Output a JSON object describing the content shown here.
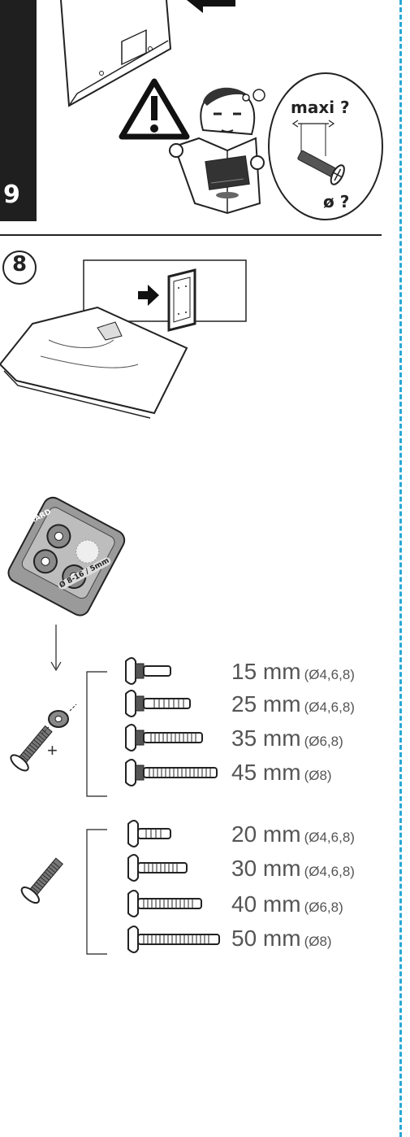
{
  "page": {
    "number": "9",
    "step": "8",
    "bubble_top": "maxi ?",
    "bubble_bottom": "ø ?",
    "washer_pack_brand": "ERARD",
    "washer_pack_size": "Ø 8-16 / 5mm",
    "plus_sign": "+"
  },
  "screw_groups": [
    {
      "name": "with-washer",
      "rows": [
        {
          "length": "15 mm",
          "diameters": "(Ø4,6,8)"
        },
        {
          "length": "25 mm",
          "diameters": "(Ø4,6,8)"
        },
        {
          "length": "35 mm",
          "diameters": "(Ø6,8)"
        },
        {
          "length": "45 mm",
          "diameters": "(Ø8)"
        }
      ]
    },
    {
      "name": "without-washer",
      "rows": [
        {
          "length": "20 mm",
          "diameters": "(Ø4,6,8)"
        },
        {
          "length": "30 mm",
          "diameters": "(Ø4,6,8)"
        },
        {
          "length": "40 mm",
          "diameters": "(Ø6,8)"
        },
        {
          "length": "50 mm",
          "diameters": "(Ø8)"
        }
      ]
    }
  ]
}
